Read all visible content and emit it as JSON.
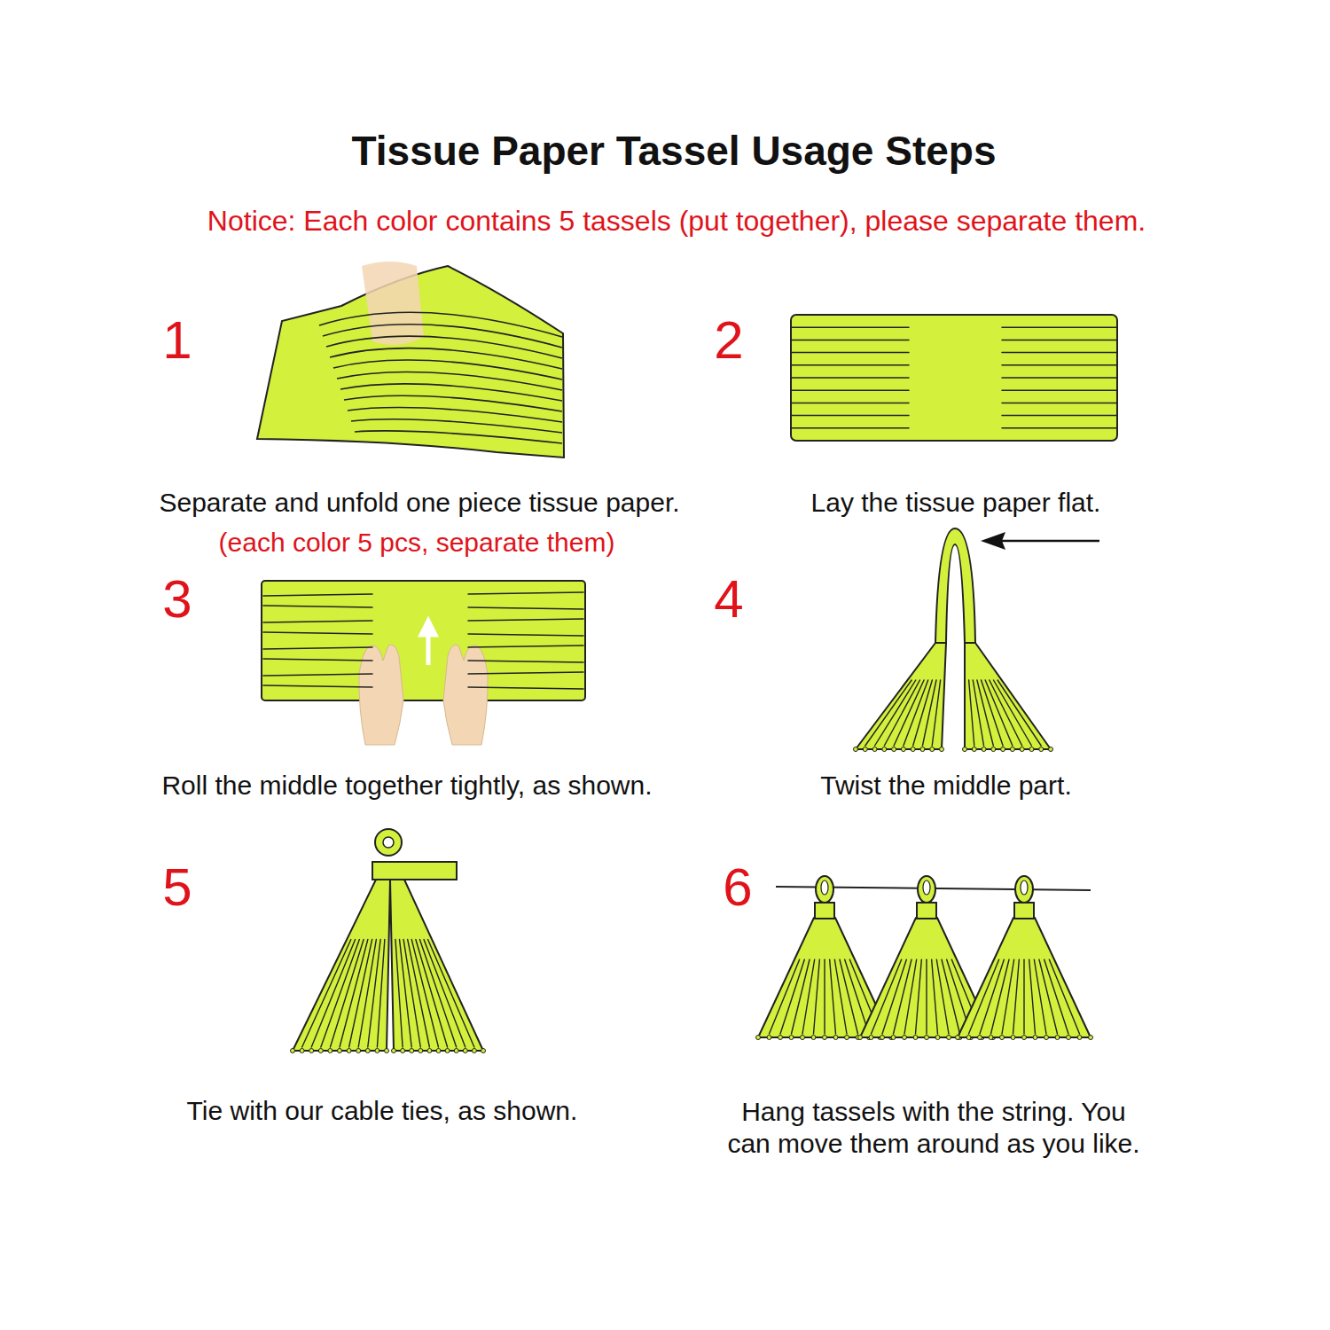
{
  "diagram": {
    "title": "Tissue  Paper Tassel Usage Steps",
    "labels": [
      "Notice:  Each color contains 5 tassels (put together), please separate them.",
      "1",
      "Separate and unfold one piece tissue paper.",
      "(each color 5 pcs, separate them)",
      "2",
      "Lay the tissue paper flat.",
      "3",
      "Roll the middle together tightly, as shown.",
      "4",
      "Twist the middle part.",
      "5",
      "Tie with our cable ties, as shown.",
      "6",
      "Hang tassels with the string. You can move them around as you like."
    ]
  }
}
